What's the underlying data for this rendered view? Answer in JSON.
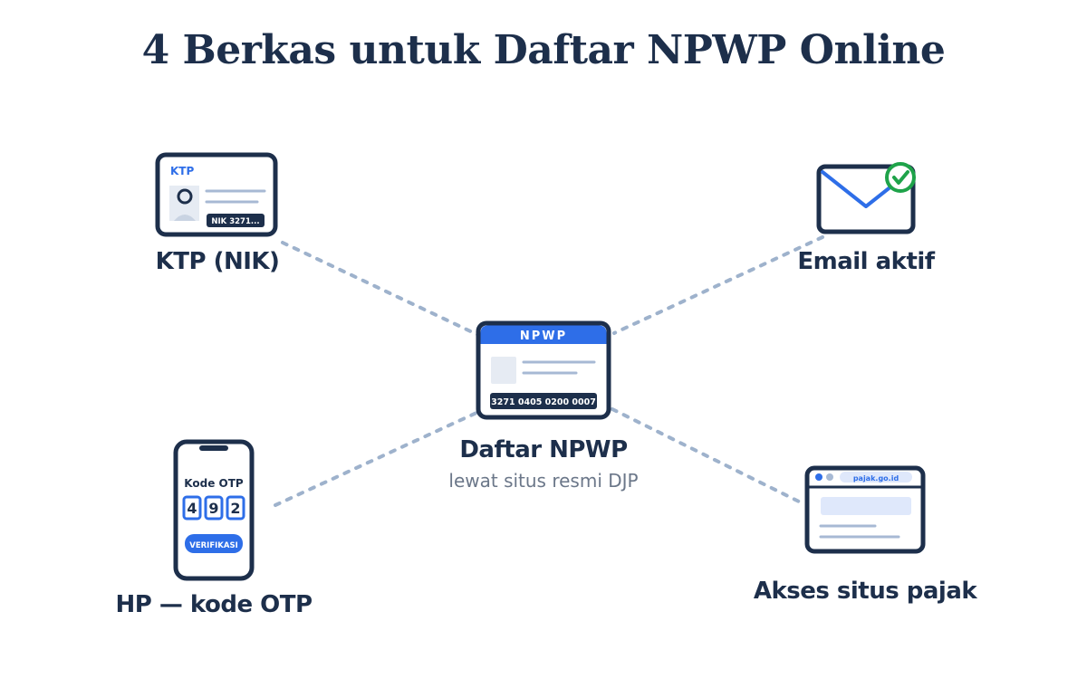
{
  "title": "4 Berkas untuk Daftar NPWP Online",
  "colors": {
    "navy": "#1d2f4b",
    "blue": "#2e6ee8",
    "light_blue": "#dfe8fb",
    "line_gray": "#9eb2cc",
    "check_green": "#1fa34a"
  },
  "center": {
    "card_header": "NPWP",
    "card_number": "3271 0405 0200 0007",
    "label": "Daftar NPWP",
    "sublabel": "lewat situs resmi DJP",
    "icon": "npwp-card-icon"
  },
  "ktp": {
    "card_header": "KTP",
    "nik_badge": "NIK 3271...",
    "label": "KTP (NIK)",
    "icon": "id-card-icon"
  },
  "email": {
    "label": "Email aktif",
    "icon": "envelope-check-icon"
  },
  "hp": {
    "screen_title": "Kode OTP",
    "otp_digits": [
      "4",
      "9",
      "2"
    ],
    "button_label": "VERIFIKASI",
    "label": "HP — kode OTP",
    "icon": "phone-icon"
  },
  "web": {
    "url": "pajak.go.id",
    "label": "Akses situs pajak",
    "icon": "browser-window-icon"
  }
}
